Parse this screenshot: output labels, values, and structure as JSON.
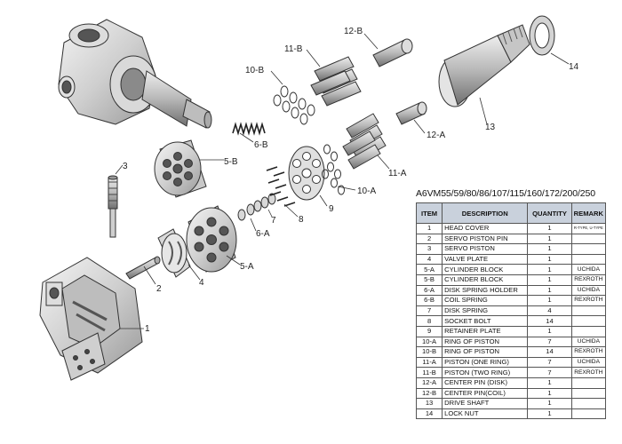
{
  "diagram": {
    "title": "A6VM55/59/80/86/107/115/160/172/200/250",
    "callouts": [
      "1",
      "2",
      "3",
      "4",
      "5-A",
      "5-B",
      "6-A",
      "6-B",
      "7",
      "8",
      "9",
      "10-A",
      "10-B",
      "11-A",
      "11-B",
      "12-A",
      "12-B",
      "13",
      "14"
    ]
  },
  "table": {
    "headers": [
      "ITEM",
      "DESCRIPTION",
      "QUANTITY",
      "REMARK"
    ],
    "rows": [
      [
        "1",
        "HEAD COVER",
        "1",
        "R-TYPE, U-TYPE"
      ],
      [
        "2",
        "SERVO PISTON PIN",
        "1",
        ""
      ],
      [
        "3",
        "SERVO PISTON",
        "1",
        ""
      ],
      [
        "4",
        "VALVE PLATE",
        "1",
        ""
      ],
      [
        "5-A",
        "CYLINDER BLOCK",
        "1",
        "UCHIDA"
      ],
      [
        "5-B",
        "CYLINDER BLOCK",
        "1",
        "REXROTH"
      ],
      [
        "6-A",
        "DISK SPRING HOLDER",
        "1",
        "UCHIDA"
      ],
      [
        "6-B",
        "COIL SPRING",
        "1",
        "REXROTH"
      ],
      [
        "7",
        "DISK SPRING",
        "4",
        ""
      ],
      [
        "8",
        "SOCKET BOLT",
        "14",
        ""
      ],
      [
        "9",
        "RETAINER PLATE",
        "1",
        ""
      ],
      [
        "10-A",
        "RING OF PISTON",
        "7",
        "UCHIDA"
      ],
      [
        "10-B",
        "RING OF PISTON",
        "14",
        "REXROTH"
      ],
      [
        "11-A",
        "PISTON (ONE RING)",
        "7",
        "UCHIDA"
      ],
      [
        "11-B",
        "PISTON (TWO RING)",
        "7",
        "REXROTH"
      ],
      [
        "12-A",
        "CENTER PIN (DISK)",
        "1",
        ""
      ],
      [
        "12-B",
        "CENTER PIN(COIL)",
        "1",
        ""
      ],
      [
        "13",
        "DRIVE SHAFT",
        "1",
        ""
      ],
      [
        "14",
        "LOCK NUT",
        "1",
        ""
      ]
    ]
  }
}
